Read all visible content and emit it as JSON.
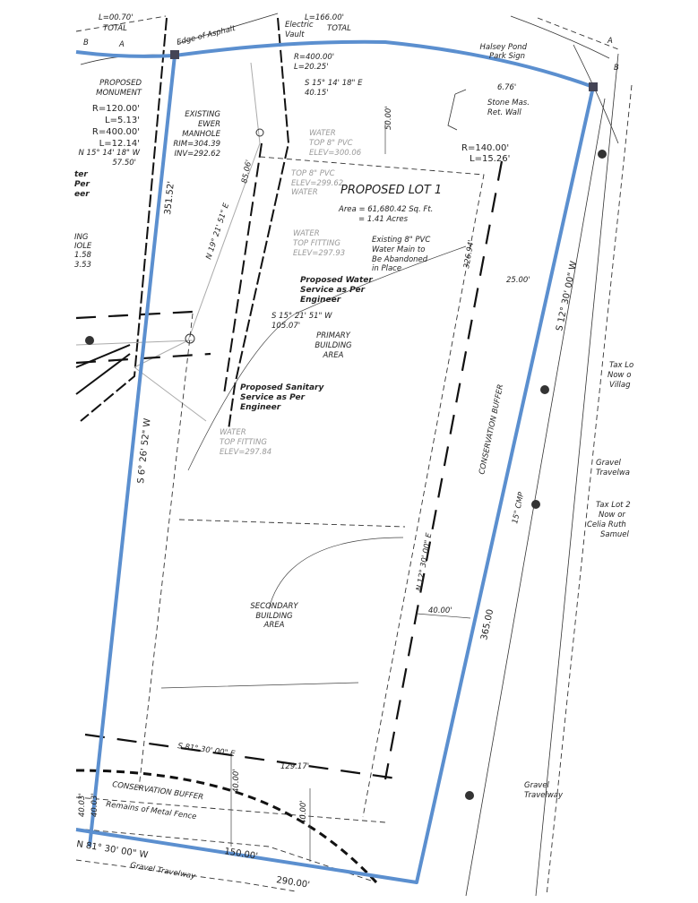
{
  "colors": {
    "boundary": "#5b8fcf",
    "linework": "#222222",
    "water_labels": "#9a9a9a"
  },
  "top": {
    "curve_left_total": "L=00.70'",
    "total_left": "TOTAL",
    "curve_right_total": "L=166.00'",
    "total_right": "TOTAL",
    "edge_of_asphalt": "Edge of Asphalt",
    "electric_vault": [
      "Electric",
      "Vault"
    ],
    "curve_a": [
      "R=400.00'",
      "L=20.25'"
    ],
    "bearing_top": [
      "S 15° 14' 18\" E",
      "40.15'"
    ],
    "label_a": "A",
    "label_b": "B",
    "label_a2": "A",
    "label_b2": "B"
  },
  "left_notes": {
    "monument": [
      "PROPOSED",
      "MONUMENT"
    ],
    "curves": [
      "R=120.00'",
      "L=5.13'",
      "R=400.00'",
      "L=12.14'",
      "N 15° 14' 18\" W",
      "57.50'"
    ],
    "partial_water": [
      "ter",
      "Per",
      "eer"
    ],
    "partial_manhole": [
      "ING",
      "IOLE",
      "1.58",
      "3.53"
    ],
    "sewer_manhole": [
      "EXISTING",
      "EWER",
      "MANHOLE",
      "RIM=304.39",
      "INV=292.62"
    ]
  },
  "water": {
    "top_pvc_1": [
      "WATER",
      "TOP 8\" PVC",
      "ELEV=300.06"
    ],
    "top_pvc_2": [
      "TOP 8\" PVC",
      "ELEV=299.62",
      "WATER"
    ],
    "fitting_1": [
      "WATER",
      "TOP FITTING",
      "ELEV=297.93"
    ],
    "fitting_2": [
      "WATER",
      "TOP FITTING",
      "ELEV=297.84"
    ],
    "main_abandon": [
      "Existing 8\" PVC",
      "Water Main to",
      "Be Abandoned",
      "in Place"
    ]
  },
  "lot": {
    "title": "PROPOSED LOT 1",
    "area": "Area = 61,680.42 Sq. Ft.",
    "acres": "= 1.41 Acres",
    "primary_area": [
      "PRIMARY",
      "BUILDING",
      "AREA"
    ],
    "secondary_area": [
      "SECONDARY",
      "BUILDING",
      "AREA"
    ]
  },
  "services": {
    "water_service": [
      "Proposed Water",
      "Service as Per",
      "Engineer"
    ],
    "sanitary_service": [
      "Proposed Sanitary",
      "Service as Per",
      "Engineer"
    ],
    "sewer_bearing": [
      "S 15° 21' 51\" W",
      "105.07'"
    ]
  },
  "dimensions": {
    "west_line_length": "351.52'",
    "west_bearing": "S 6° 26' 52\" W",
    "sewer_line": "N 19° 21' 51\" E",
    "dist_85": "85.06'",
    "setback_50": "50.00'",
    "setback_line_length": "326.94'",
    "setback_25": "25.00'",
    "east_bearing": "S 12° 30' 00\" W",
    "east_length": "365.00",
    "inner_bearing": "N 12° 30' 00\" E",
    "setback_40_east": "40.00'",
    "south_inner_bearing": "S 81° 30' 00\" E",
    "south_inner_length": "129.17'",
    "setback_40_a": "40.00'",
    "setback_40_b": "40.00'",
    "west_40_a": "40.03'",
    "west_40_b": "40.03'",
    "south_bearing": "N 81° 30' 00\" W",
    "south_150": "150.00'",
    "south_290": "290.00'"
  },
  "east_notes": {
    "park_sign": [
      "Halsey Pond",
      "Park Sign"
    ],
    "dist_676": "6.76'",
    "stone_wall": [
      "Stone Mas.",
      "Ret. Wall"
    ],
    "curve_b": [
      "R=140.00'",
      "L=15.26'"
    ],
    "tax_lot_1": [
      "Tax Lo",
      "Now o",
      "Villag"
    ],
    "gravel_1": [
      "Gravel",
      "Travelwa"
    ],
    "tax_lot_2": [
      "Tax Lot 2",
      "Now or",
      "Celia Ruth",
      "Samuel"
    ],
    "gravel_2": [
      "Gravel",
      "Travelway"
    ],
    "cmp": "15\" CMP",
    "conservation_buffer_east": "CONSERVATION BUFFER"
  },
  "south_notes": {
    "conservation_buffer": "CONSERVATION BUFFER",
    "fence": "Remains of Metal Fence",
    "gravel": "Gravel Travelway"
  }
}
